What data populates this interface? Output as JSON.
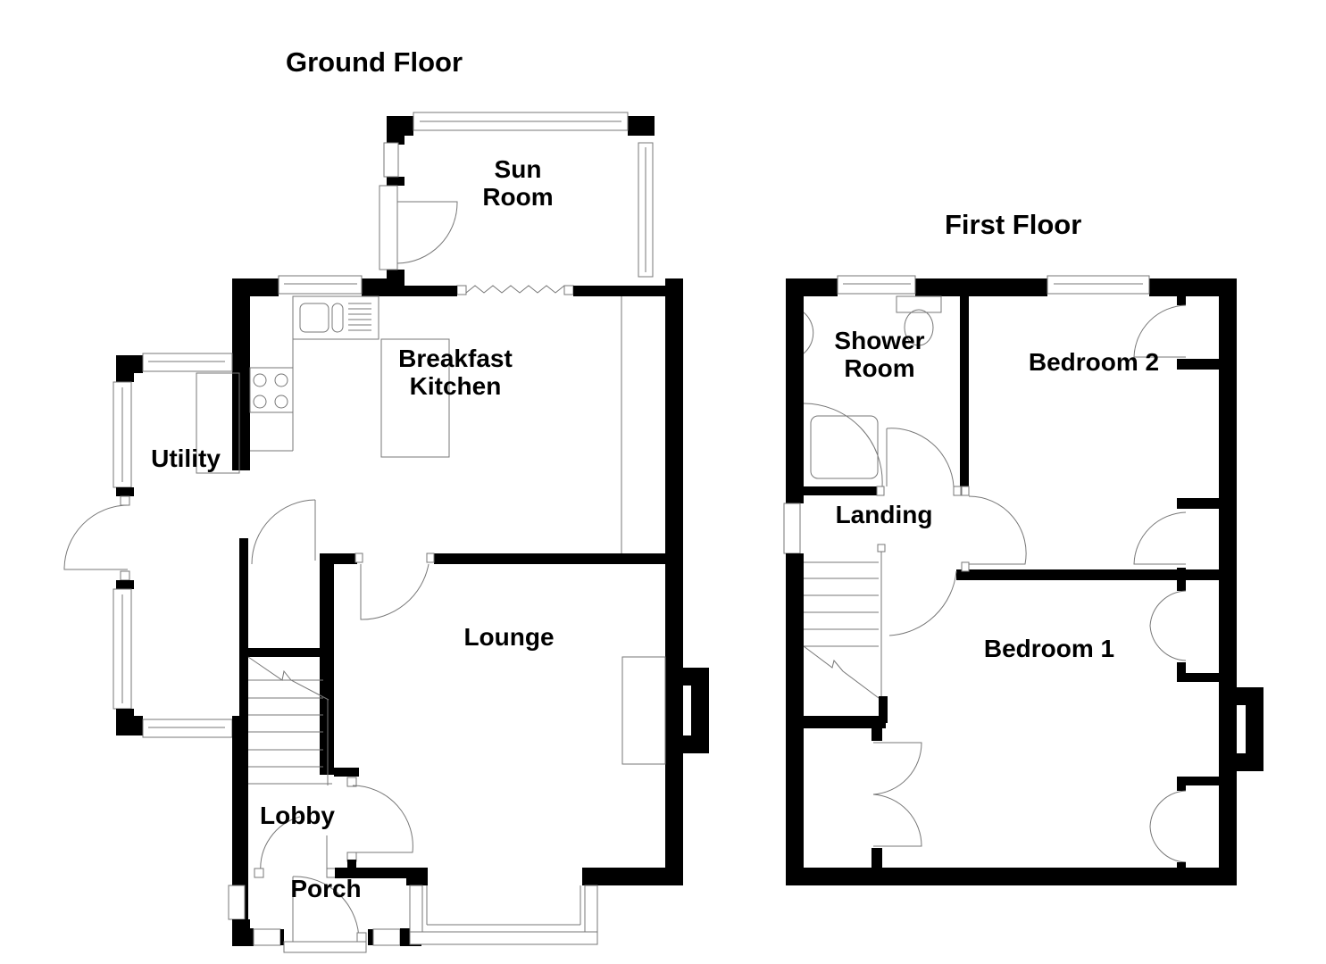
{
  "ground_floor": {
    "title": "Ground Floor",
    "rooms": {
      "sun_room": "Sun\nRoom",
      "breakfast_kitchen": "Breakfast\nKitchen",
      "utility": "Utility",
      "lounge": "Lounge",
      "lobby": "Lobby",
      "porch": "Porch"
    }
  },
  "first_floor": {
    "title": "First Floor",
    "rooms": {
      "shower_room": "Shower\nRoom",
      "bedroom_2": "Bedroom 2",
      "landing": "Landing",
      "bedroom_1": "Bedroom 1"
    }
  },
  "colors": {
    "wall": "#000000",
    "fixture_line": "#777777",
    "background": "#ffffff"
  }
}
